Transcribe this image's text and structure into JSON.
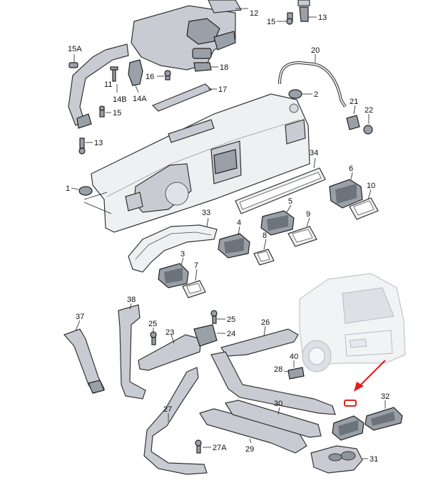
{
  "labels": {
    "l1": "1",
    "l2": "2",
    "l3": "3",
    "l4": "4",
    "l5": "5",
    "l6": "6",
    "l7": "7",
    "l8": "8",
    "l9": "9",
    "l10": "10",
    "l11": "11",
    "l12": "12",
    "l13a": "13",
    "l13b": "13",
    "l14a": "14A",
    "l14b": "14B",
    "l15a": "15",
    "l15b": "15",
    "l15A": "15A",
    "l16": "16",
    "l17": "17",
    "l18": "18",
    "l20": "20",
    "l21": "21",
    "l22": "22",
    "l23": "23",
    "l24": "24",
    "l25a": "25",
    "l25b": "25",
    "l26": "26",
    "l27": "27",
    "l27A": "27A",
    "l28": "28",
    "l29": "29",
    "l30": "30",
    "l31": "31",
    "l32": "32",
    "l33": "33",
    "l34": "34",
    "l37": "37",
    "l38": "38",
    "l40": "40"
  },
  "colors": {
    "highlight": "#e0201c",
    "part": "#c8ccd2"
  }
}
